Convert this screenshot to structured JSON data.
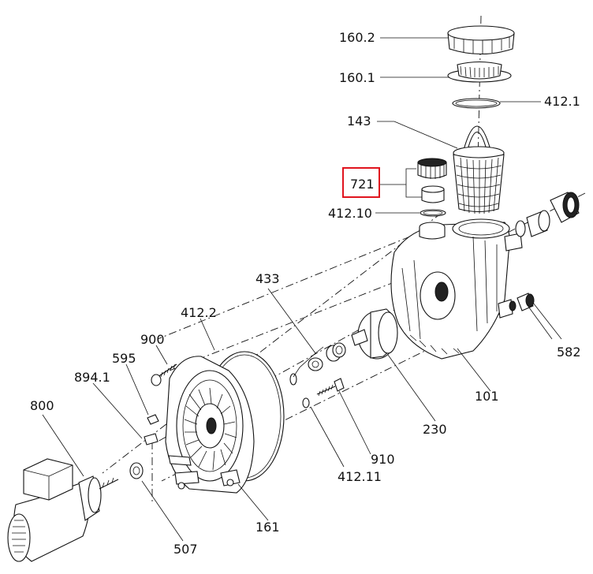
{
  "highlight": {
    "color": "#e0141e",
    "part": "721"
  },
  "labels": {
    "p160_2": "160.2",
    "p160_1": "160.1",
    "p412_1": "412.1",
    "p143": "143",
    "p721": "721",
    "p412_10": "412.10",
    "p433": "433",
    "p412_2": "412.2",
    "p900": "900",
    "p595": "595",
    "p894_1": "894.1",
    "p800": "800",
    "p582": "582",
    "p101": "101",
    "p230": "230",
    "p910": "910",
    "p412_11": "412.11",
    "p161": "161",
    "p507": "507"
  }
}
